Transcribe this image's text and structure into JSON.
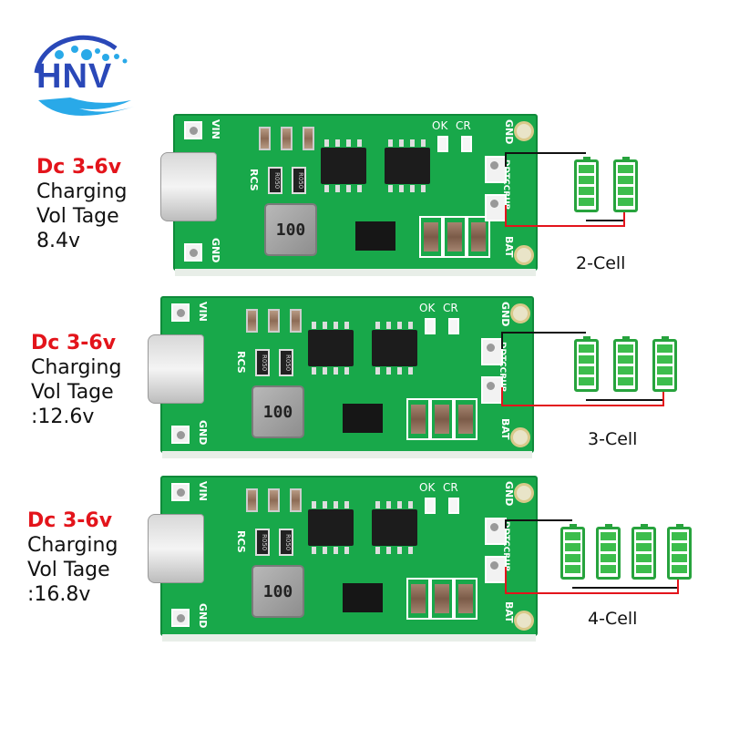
{
  "brand": {
    "name": "HNV",
    "colors": {
      "primary": "#2a48b8",
      "accent": "#29a9e8"
    }
  },
  "variants": [
    {
      "input": "Dc 3-6v",
      "line1": "Charging",
      "line2": "Vol Tage",
      "voltage": "8.4v",
      "cells": 2,
      "cell_label": "2-Cell"
    },
    {
      "input": "Dc 3-6v",
      "line1": "Charging",
      "line2": "Vol Tage",
      "voltage": ":12.6v",
      "cells": 3,
      "cell_label": "3-Cell"
    },
    {
      "input": "Dc 3-6v",
      "line1": "Charging",
      "line2": "Vol Tage",
      "voltage": ":16.8v",
      "cells": 4,
      "cell_label": "4-Cell"
    }
  ],
  "board": {
    "vin": "VIN",
    "gnd": "GND",
    "rcs": "RCS",
    "ok": "OK",
    "cr": "CR",
    "inductor": "100",
    "resistor": "R050",
    "model": "DDTCCRUB",
    "bat": "BAT"
  },
  "colors": {
    "pcb": "#18a84a",
    "highlight": "#e3141b",
    "battery": "#27a33d",
    "wire_pos": "#e3141b",
    "wire_neg": "#111111"
  }
}
